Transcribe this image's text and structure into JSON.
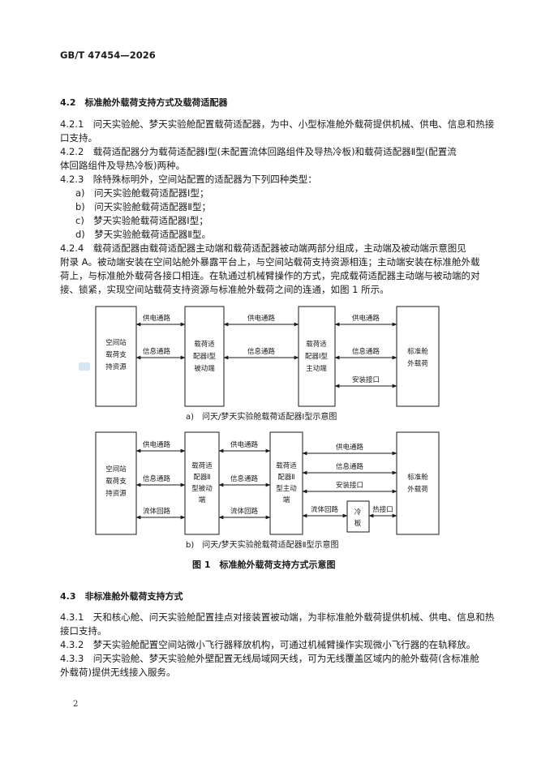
{
  "header": {
    "standard_number": "GB/T 47454—2026"
  },
  "page_number": "2",
  "sections": {
    "s42": {
      "heading": "4.2　标准舱外载荷支持方式及载荷适配器"
    },
    "s421": {
      "line1": "4.2.1　问天实验舱、梦天实验舱配置载荷适配器，为中、小型标准舱外载荷提供机械、供电、信息和热接",
      "line2": "口支持。"
    },
    "s422": {
      "line1": "4.2.2　载荷适配器分为载荷适配器Ⅰ型(未配置流体回路组件及导热冷板)和载荷适配器Ⅱ型(配置流",
      "line2": "体回路组件及导热冷板)两种。"
    },
    "s423": {
      "line1": "4.2.3　除特殊标明外，空间站配置的适配器为下列四种类型：",
      "items": [
        "a)　问天实验舱载荷适配器Ⅰ型；",
        "b)　问天实验舱载荷适配器Ⅱ型；",
        "c)　梦天实验舱载荷适配器Ⅰ型；",
        "d)　梦天实验舱载荷适配器Ⅱ型。"
      ]
    },
    "s424": {
      "line1": "4.2.4　载荷适配器由载荷适配器主动端和载荷适配器被动端两部分组成，主动端及被动端示意图见",
      "line2": "附录 A。被动端安装在空间站舱外暴露平台上，与空间站载荷支持资源相连；主动端安装在标准舱外载",
      "line3": "荷上，与标准舱外载荷各接口相连。在轨通过机械臂操作的方式，完成载荷适配器主动端与被动端的对",
      "line4": "接、锁紧，实现空间站载荷支持资源与标准舱外载荷之间的连通，如图 1 所示。"
    },
    "s43": {
      "heading": "4.3　非标准舱外载荷支持方式"
    },
    "s431": {
      "line1": "4.3.1　天和核心舱、问天实验舱配置挂点对接装置被动端，为非标准舱外载荷提供机械、供电、信息和热",
      "line2": "接口支持。"
    },
    "s432": {
      "line1": "4.3.2　梦天实验舱配置空间站微小飞行器释放机构，可通过机械臂操作实现微小飞行器的在轨释放。"
    },
    "s433": {
      "line1": "4.3.3　问天实验舱、梦天实验舱外壁配置无线局域网天线，可为无线覆盖区域内的舱外载荷(含标准舱",
      "line2": "外载荷)提供无线接入服务。"
    }
  },
  "figure": {
    "diagram_a": {
      "station": [
        "空间站",
        "载荷支",
        "持资源"
      ],
      "passive": [
        "载荷适",
        "配器Ⅰ型",
        "被动端"
      ],
      "active": [
        "载荷适",
        "配器Ⅰ型",
        "主动端"
      ],
      "payload": [
        "标准舱",
        "外载荷"
      ],
      "labels": {
        "power1": "供电通路",
        "info1": "信息通路",
        "power2": "供电通路",
        "info2": "信息通路",
        "power3": "供电通路",
        "info3": "信息通路",
        "install": "安装接口"
      },
      "caption": "a)　问天/梦天实验舱载荷适配器Ⅰ型示意图"
    },
    "diagram_b": {
      "station": [
        "空间站",
        "载荷支",
        "持资源"
      ],
      "passive": [
        "载荷适",
        "配器Ⅱ",
        "型被动",
        "端"
      ],
      "active": [
        "载荷适",
        "配器Ⅱ",
        "型主动",
        "端"
      ],
      "payload": [
        "标准舱",
        "外载荷"
      ],
      "coldplate": [
        "冷",
        "板"
      ],
      "labels": {
        "power1": "供电通路",
        "info1": "信息通路",
        "fluid1": "流体回路",
        "power2": "供电通路",
        "info2": "信息通路",
        "fluid2": "流体回路",
        "power3": "供电通路",
        "info3": "信息通路",
        "install": "安装接口",
        "fluid3": "流体回路",
        "heat": "热接口"
      },
      "caption": "b)　问天/梦天实验舱载荷适配器Ⅱ型示意图"
    },
    "title": "图 1　标准舱外载荷支持方式示意图"
  }
}
